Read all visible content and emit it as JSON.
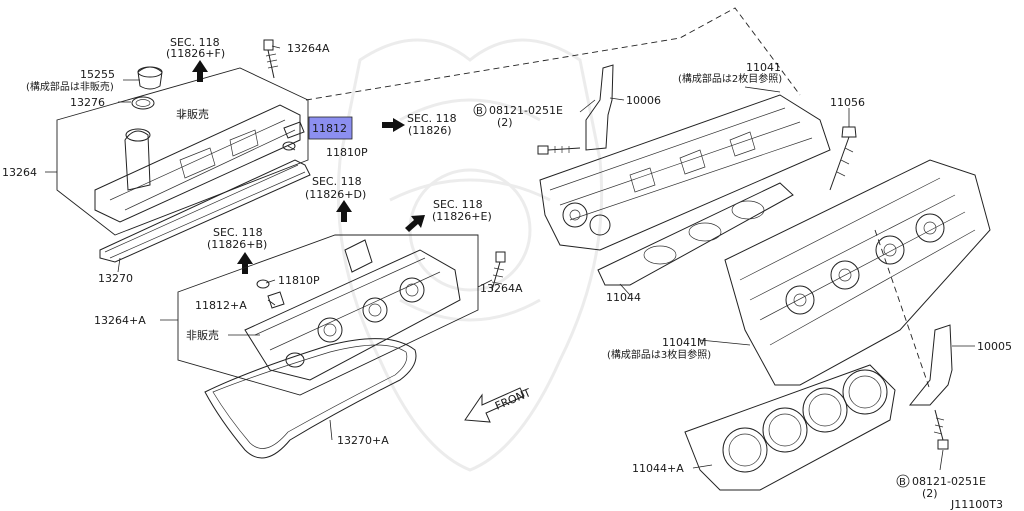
{
  "labels": {
    "sec118_f": "SEC. 118",
    "sec118_f_sub": "(11826+F)",
    "bolt_13264a_top": "13264A",
    "cap_15255": "15255",
    "cap_note": "(構成部品は非販売)",
    "gasket_13276": "13276",
    "not_sold_top": "非販売",
    "sensor_11812": "11812",
    "sec118_top_right": "SEC. 118",
    "sec118_top_right_sub": "(11826)",
    "oring_11810p_top": "11810P",
    "cover_13264": "13264",
    "sec118_d": "SEC. 118",
    "sec118_d_sub": "(11826+D)",
    "sec118_e": "SEC. 118",
    "sec118_e_sub": "(11826+E)",
    "sec118_b": "SEC. 118",
    "sec118_b_sub": "(11826+B)",
    "gasket_13270": "13270",
    "oring_11810p_bottom": "11810P",
    "sensor_11812a": "11812+A",
    "cover_13264a": "13264+A",
    "not_sold_bottom": "非販売",
    "bolt_13264a_right": "13264A",
    "gasket_13270a": "13270+A",
    "bolt_08121_top": "08121-0251E",
    "bolt_08121_top_qty": "(2)",
    "bracket_10006": "10006",
    "head_11041": "11041",
    "head_11041_note": "(構成部品は2枚目参照)",
    "bolt_11056": "11056",
    "gasket_11044": "11044",
    "head_11041m": "11041M",
    "head_11041m_note": "(構成部品は3枚目参照)",
    "bracket_10005": "10005",
    "front_marker": "FRONT",
    "gasket_11044a": "11044+A",
    "bolt_08121_bottom": "08121-0251E",
    "bolt_08121_bottom_qty": "(2)",
    "circled_b": "B",
    "diagram_code": "J11100T3"
  },
  "colors": {
    "highlight": "#8c8ff0",
    "line": "#222222",
    "watermark": "#ececec"
  }
}
